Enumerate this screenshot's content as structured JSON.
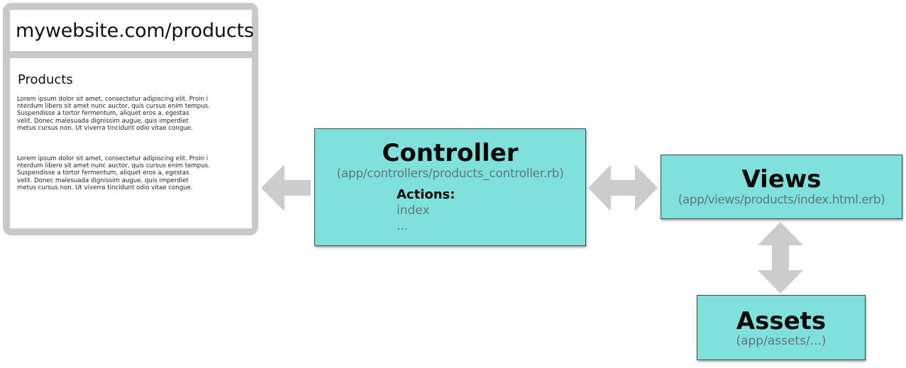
{
  "browser": {
    "url": "mywebsite.com/products",
    "heading": "Products",
    "paragraphs": [
      "Lorem ipsum dolor sit amet, consectetur adipiscing elit. Proin i\nnterdum libero sit amet nunc auctor, quis cursus enim tempus.\n Suspendisse a tortor fermentum, aliquet eros a, egestas\nvelit. Donec malesuada dignissim augue, quis imperdiet\nmetus cursus non. Ut viverra tincidunt odio vitae congue.",
      "Lorem ipsum dolor sit amet, consectetur adipiscing elit. Proin i\nnterdum libero sit amet nunc auctor, quis cursus enim tempus.\n Suspendisse a tortor fermentum, aliquet eros a, egestas\nvelit. Donec malesuada dignissim augue, quis imperdiet\nmetus cursus non. Ut viverra tincidunt odio vitae congue."
    ]
  },
  "controller": {
    "title": "Controller",
    "path": "(app/controllers/products_controller.rb)",
    "actions_label": "Actions:",
    "actions": [
      "index",
      "..."
    ]
  },
  "views": {
    "title": "Views",
    "path": "(app/views/products/index.html.erb)"
  },
  "assets": {
    "title": "Assets",
    "path": "(app/assets/...)"
  },
  "colors": {
    "box_fill": "#80e0dc",
    "box_border": "#3f4a4a",
    "arrow": "#cccccc",
    "browser_frame": "#c9c9c9",
    "path_text": "#5e7a7c"
  },
  "connectors": [
    {
      "from": "controller",
      "to": "browser",
      "direction": "one-way"
    },
    {
      "from": "controller",
      "to": "views",
      "direction": "two-way"
    },
    {
      "from": "views",
      "to": "assets",
      "direction": "two-way"
    }
  ]
}
